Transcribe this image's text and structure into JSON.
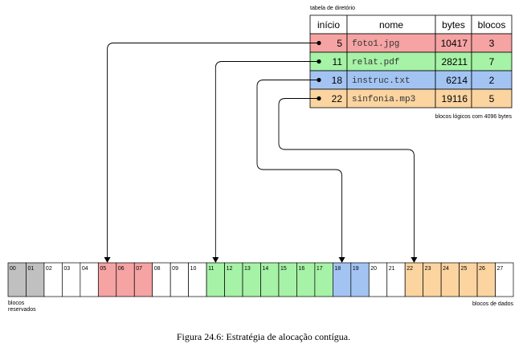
{
  "table": {
    "title": "tabela de diretório",
    "headers": [
      "início",
      "nome",
      "bytes",
      "blocos"
    ],
    "rows": [
      {
        "start": "5",
        "name": "foto1.jpg",
        "bytes": "10417",
        "blocks": "3",
        "color": "#f5a3a3"
      },
      {
        "start": "11",
        "name": "relat.pdf",
        "bytes": "28211",
        "blocks": "7",
        "color": "#a6f2a6"
      },
      {
        "start": "18",
        "name": "instruc.txt",
        "bytes": "6214",
        "blocks": "2",
        "color": "#a3c4f3"
      },
      {
        "start": "22",
        "name": "sinfonia.mp3",
        "bytes": "19116",
        "blocks": "5",
        "color": "#fbd4a0"
      }
    ],
    "note": "blocos lógicos com 4096 bytes"
  },
  "disk": {
    "blocks": [
      "00",
      "01",
      "02",
      "03",
      "04",
      "05",
      "06",
      "07",
      "08",
      "09",
      "10",
      "11",
      "12",
      "13",
      "14",
      "15",
      "16",
      "17",
      "18",
      "19",
      "20",
      "21",
      "22",
      "23",
      "24",
      "25",
      "26",
      "27"
    ],
    "reserved_color": "#c0c0c0",
    "reserved_count": 2,
    "label_reserved_line1": "blocos",
    "label_reserved_line2": "reservados",
    "label_data": "blocos de dados"
  },
  "caption": "Figura 24.6: Estratégia de alocação contígua."
}
